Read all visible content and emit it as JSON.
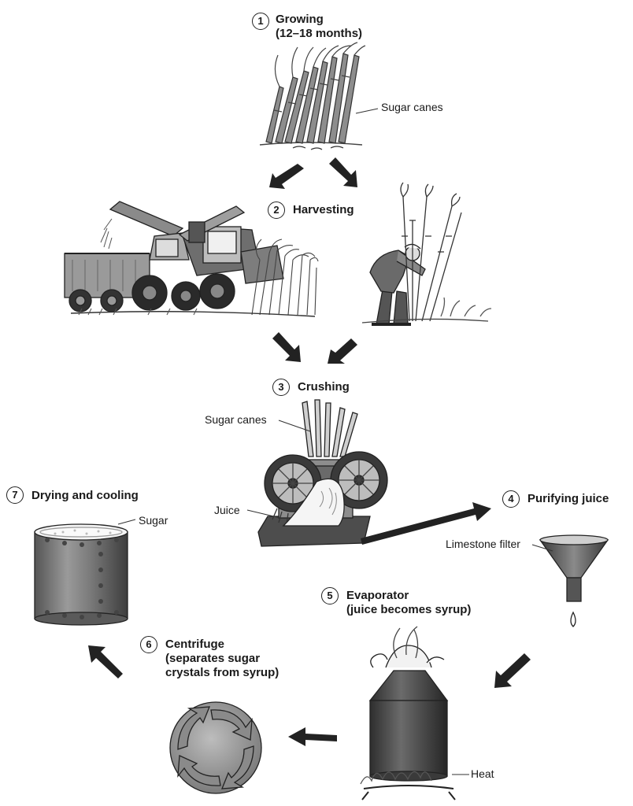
{
  "steps": [
    {
      "num": "1",
      "title": "Growing",
      "subtitle": "(12–18 months)"
    },
    {
      "num": "2",
      "title": "Harvesting",
      "subtitle": ""
    },
    {
      "num": "3",
      "title": "Crushing",
      "subtitle": ""
    },
    {
      "num": "4",
      "title": "Purifying juice",
      "subtitle": ""
    },
    {
      "num": "5",
      "title": "Evaporator",
      "subtitle": "(juice becomes syrup)"
    },
    {
      "num": "6",
      "title": "Centrifuge",
      "subtitle": "(separates sugar",
      "subtitle2": "crystals from syrup)"
    },
    {
      "num": "7",
      "title": "Drying and cooling",
      "subtitle": ""
    }
  ],
  "labels": {
    "sugar_canes_top": "Sugar canes",
    "sugar_canes_crusher": "Sugar canes",
    "juice": "Juice",
    "limestone_filter": "Limestone filter",
    "heat": "Heat",
    "sugar": "Sugar"
  }
}
